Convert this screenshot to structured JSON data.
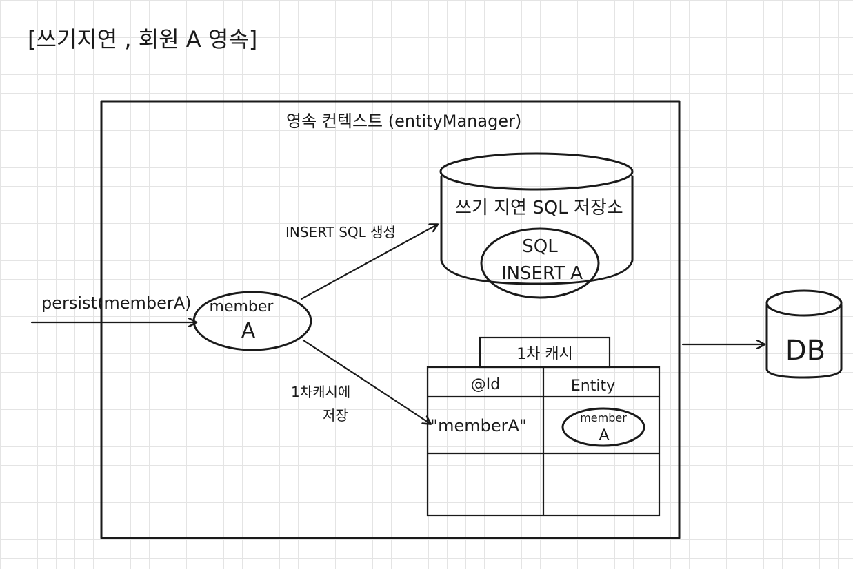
{
  "title": "[쓰기지연 , 회원 A 영속]",
  "context": {
    "label": "영속 컨텍스트 (entityManager)"
  },
  "sql_store": {
    "label": "쓰기 지연 SQL 저장소",
    "entry_line1": "SQL",
    "entry_line2": "INSERT A"
  },
  "entity": {
    "line1": "member",
    "line2": "A"
  },
  "arrows": {
    "persist": "persist(memberA)",
    "insert_sql": "INSERT SQL 생성",
    "cache_save_line1": "1차캐시에",
    "cache_save_line2": "저장"
  },
  "cache": {
    "title": "1차 캐시",
    "columns": [
      "@Id",
      "Entity"
    ],
    "rows": [
      {
        "id": "\"memberA\"",
        "entity_line1": "member",
        "entity_line2": "A"
      }
    ]
  },
  "db": {
    "label": "DB"
  },
  "colors": {
    "ink": "#1a1a1a",
    "grid": "#e4e4e4",
    "paper": "#ffffff"
  }
}
